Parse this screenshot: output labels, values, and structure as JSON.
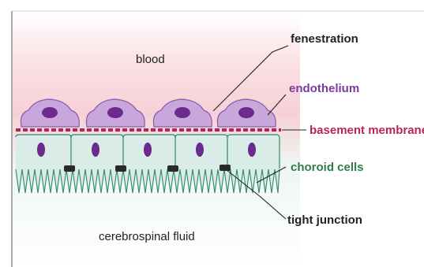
{
  "labels": {
    "blood": "blood",
    "csf": "cerebrospinal fluid",
    "fenestration": "fenestration",
    "endothelium": "endothelium",
    "basement_membrane": "basement membrane",
    "choroid_cells": "choroid cells",
    "tight_junction": "tight junction"
  },
  "colors": {
    "blood_bg": "#f9d6da",
    "csf_bg": "#e6f4ee",
    "endothelium_fill": "#c9a6dc",
    "endothelium_stroke": "#8b5aa8",
    "nucleus": "#6a2a8e",
    "basement_membrane": "#b8245a",
    "choroid_fill": "#d8ece8",
    "choroid_stroke": "#2e8b6a",
    "junction": "#2a2a2a",
    "endothelium_label": "#7a3aa0",
    "basement_label": "#b8245a",
    "choroid_label": "#2e7d4f",
    "dark_label": "#222222"
  }
}
